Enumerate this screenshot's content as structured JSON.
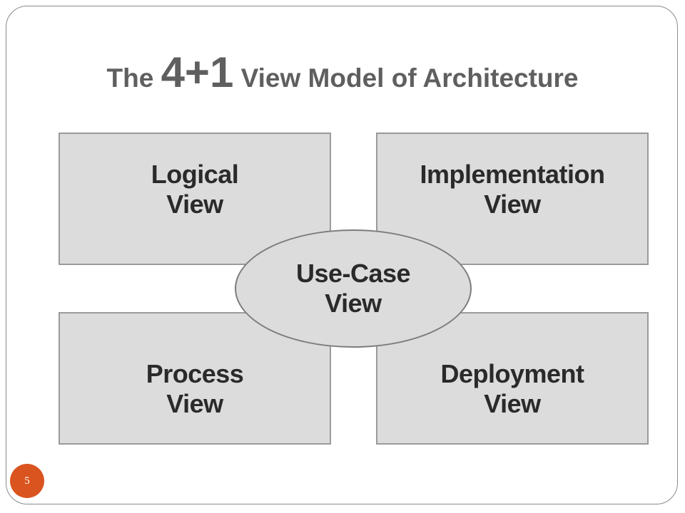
{
  "title": {
    "prefix": "The",
    "emphasis": "4+1",
    "suffix": "View Model of Architecture"
  },
  "views": {
    "logical": "Logical\nView",
    "implementation": "Implementation\nView",
    "process": "Process\nView",
    "deployment": "Deployment\nView",
    "use_case": "Use-Case\nView"
  },
  "page_number": "5",
  "colors": {
    "title": "#5f5f5f",
    "box_fill": "#dcdcdc",
    "box_border": "#9a9a9a",
    "badge": "#d9541e"
  }
}
